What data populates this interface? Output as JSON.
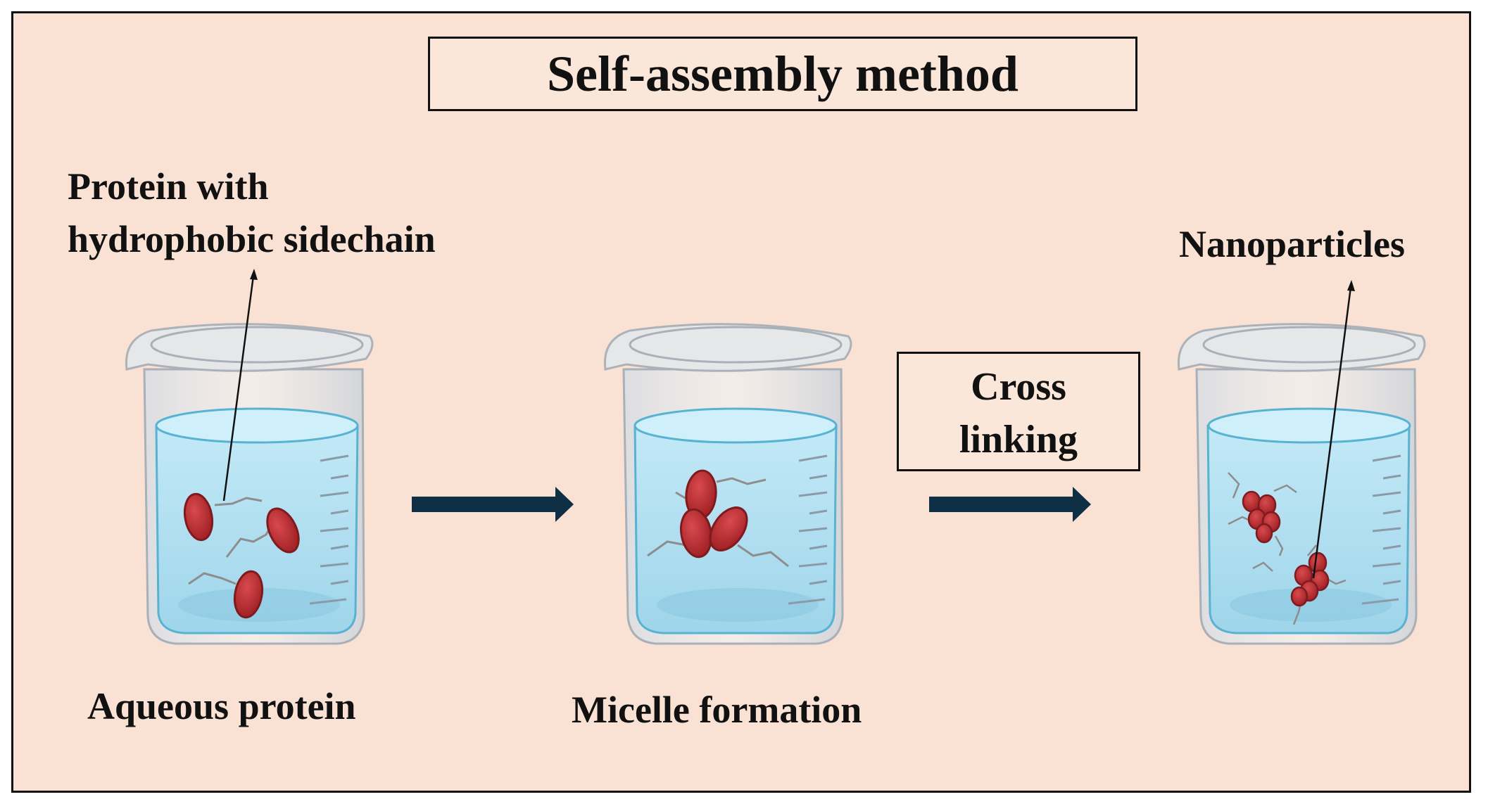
{
  "title": "Self-assembly method",
  "labels": {
    "protein_sidechain_line1": "Protein with",
    "protein_sidechain_line2": "hydrophobic sidechain",
    "aqueous_protein": "Aqueous protein",
    "micelle_formation": "Micelle formation",
    "cross_linking_line1": "Cross",
    "cross_linking_line2": "linking",
    "nanoparticles": "Nanoparticles"
  },
  "colors": {
    "background": "#f9e1d4",
    "water": "#a8dcef",
    "particle": "#b2282d",
    "arrow": "#0f2f44"
  }
}
